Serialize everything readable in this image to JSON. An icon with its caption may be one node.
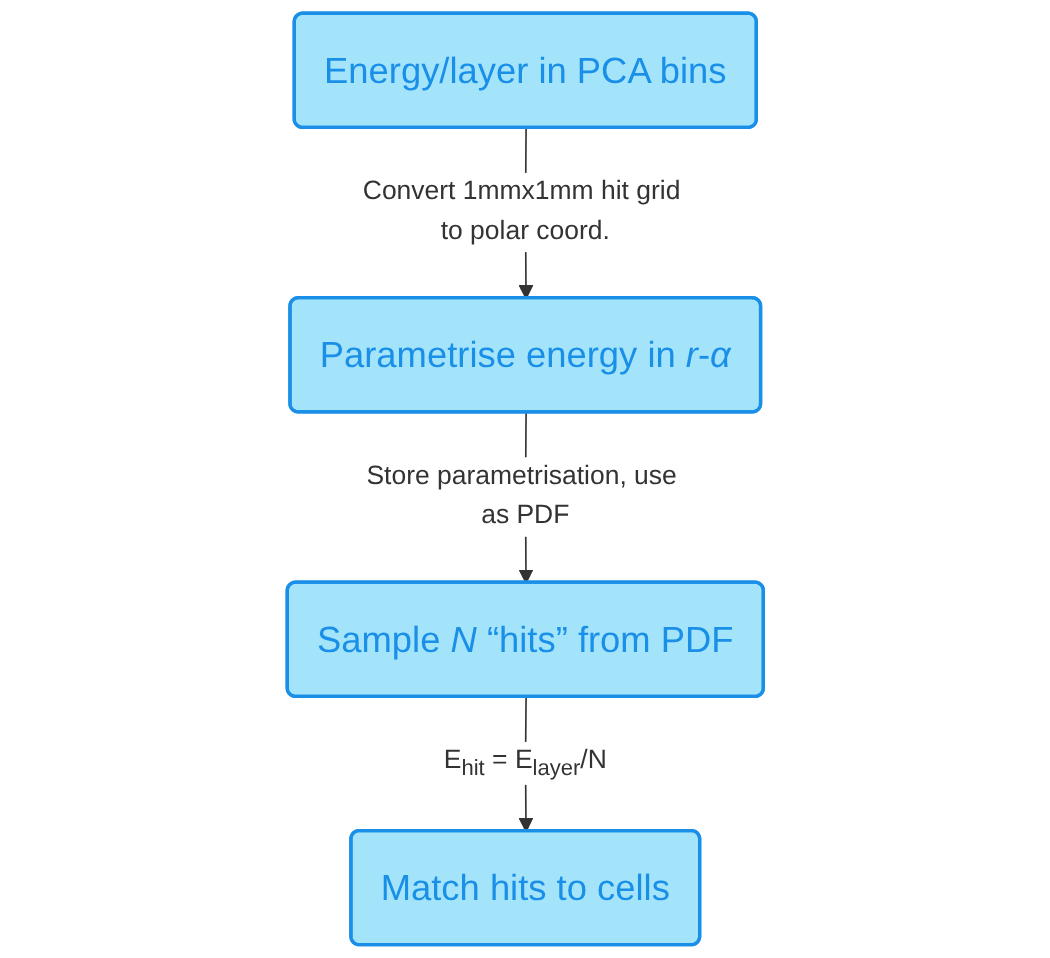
{
  "diagram": {
    "nodes": [
      {
        "text": [
          "Energy/layer in PCA bins"
        ]
      },
      {
        "text": [
          "Parametrise energy in *r*-*α*"
        ]
      },
      {
        "text": [
          "Sample *N* “hits” from PDF"
        ]
      },
      {
        "text": [
          "Match hits to cells"
        ]
      }
    ],
    "edges": [
      {
        "from": 0,
        "to": 1,
        "arrow": "to",
        "label": "Convert 1mmx1mm hit grid to polar coord."
      },
      {
        "from": 1,
        "to": 2,
        "arrow": "to",
        "label": "Store parametrisation, use as PDF"
      },
      {
        "from": 2,
        "to": 3,
        "arrow": "to",
        "label": "E$_{hit}$ = E$_{layer}$/N"
      }
    ]
  }
}
